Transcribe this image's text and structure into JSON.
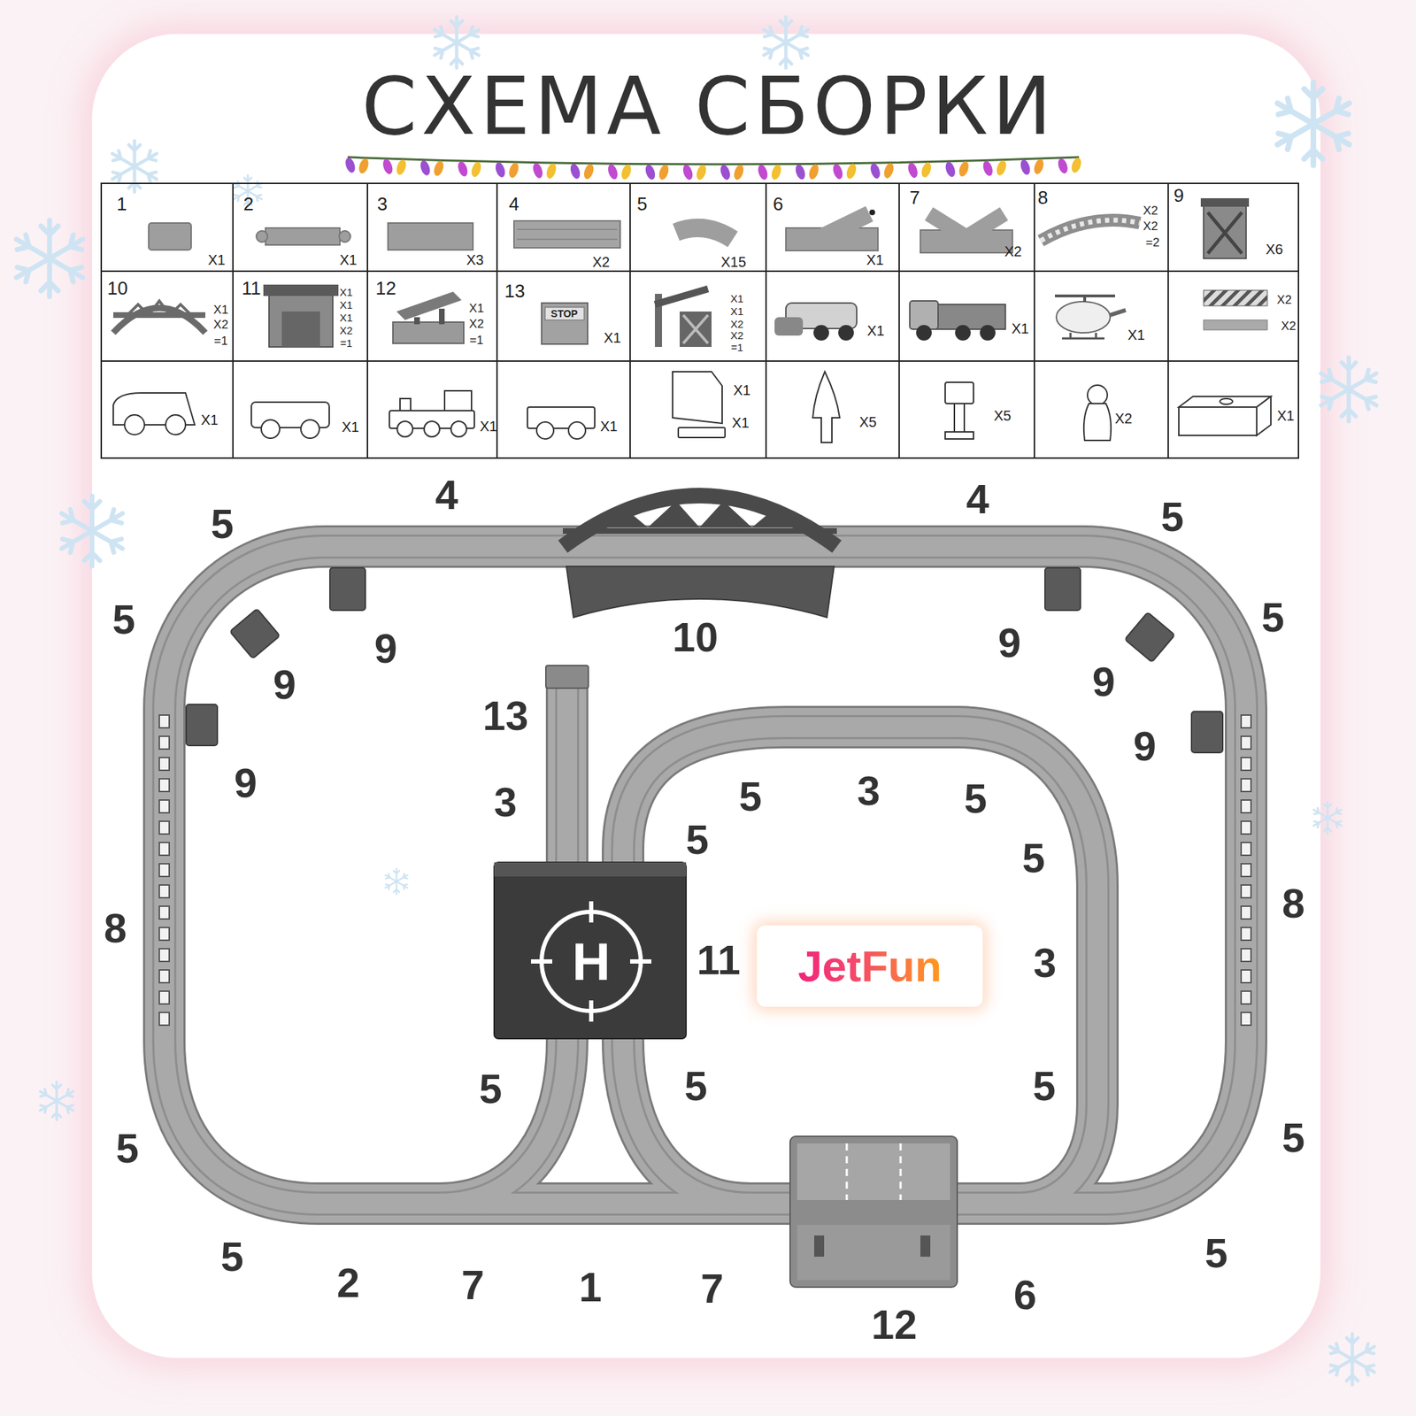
{
  "diagram": {
    "title": "СХЕМА СБОРКИ",
    "nodes": [
      {
        "text": [
          "JetFun"
        ]
      }
    ],
    "labels": [
      "1",
      "X1",
      "2",
      "X1",
      "3",
      "X3",
      "4",
      "X2",
      "5",
      "X15",
      "6",
      "X1",
      "7",
      "X2",
      "8",
      "X2",
      "X2",
      "=2",
      "9",
      "X6",
      "10",
      "X1",
      "X2",
      "=1",
      "11",
      "X1",
      "X1",
      "X1",
      "X2",
      "=1",
      "12",
      "X1",
      "X2",
      "=1",
      "13",
      "STOP",
      "X1",
      "X1",
      "X1",
      "X2",
      "X2",
      "=1",
      "X1",
      "X1",
      "X1",
      "X2",
      "X2",
      "X1",
      "X1",
      "X1",
      "X1",
      "X1",
      "X1",
      "X5",
      "X5",
      "X2",
      "X1",
      "4",
      "4",
      "5",
      "5",
      "5",
      "5",
      "10",
      "9",
      "9",
      "9",
      "9",
      "9",
      "9",
      "13",
      "3",
      "5",
      "3",
      "5",
      "5",
      "5",
      "8",
      "8",
      "H",
      "11",
      "3",
      "5",
      "5",
      "5",
      "5",
      "5",
      "5",
      "5",
      "2",
      "7",
      "1",
      "7",
      "6",
      "12"
    ]
  }
}
